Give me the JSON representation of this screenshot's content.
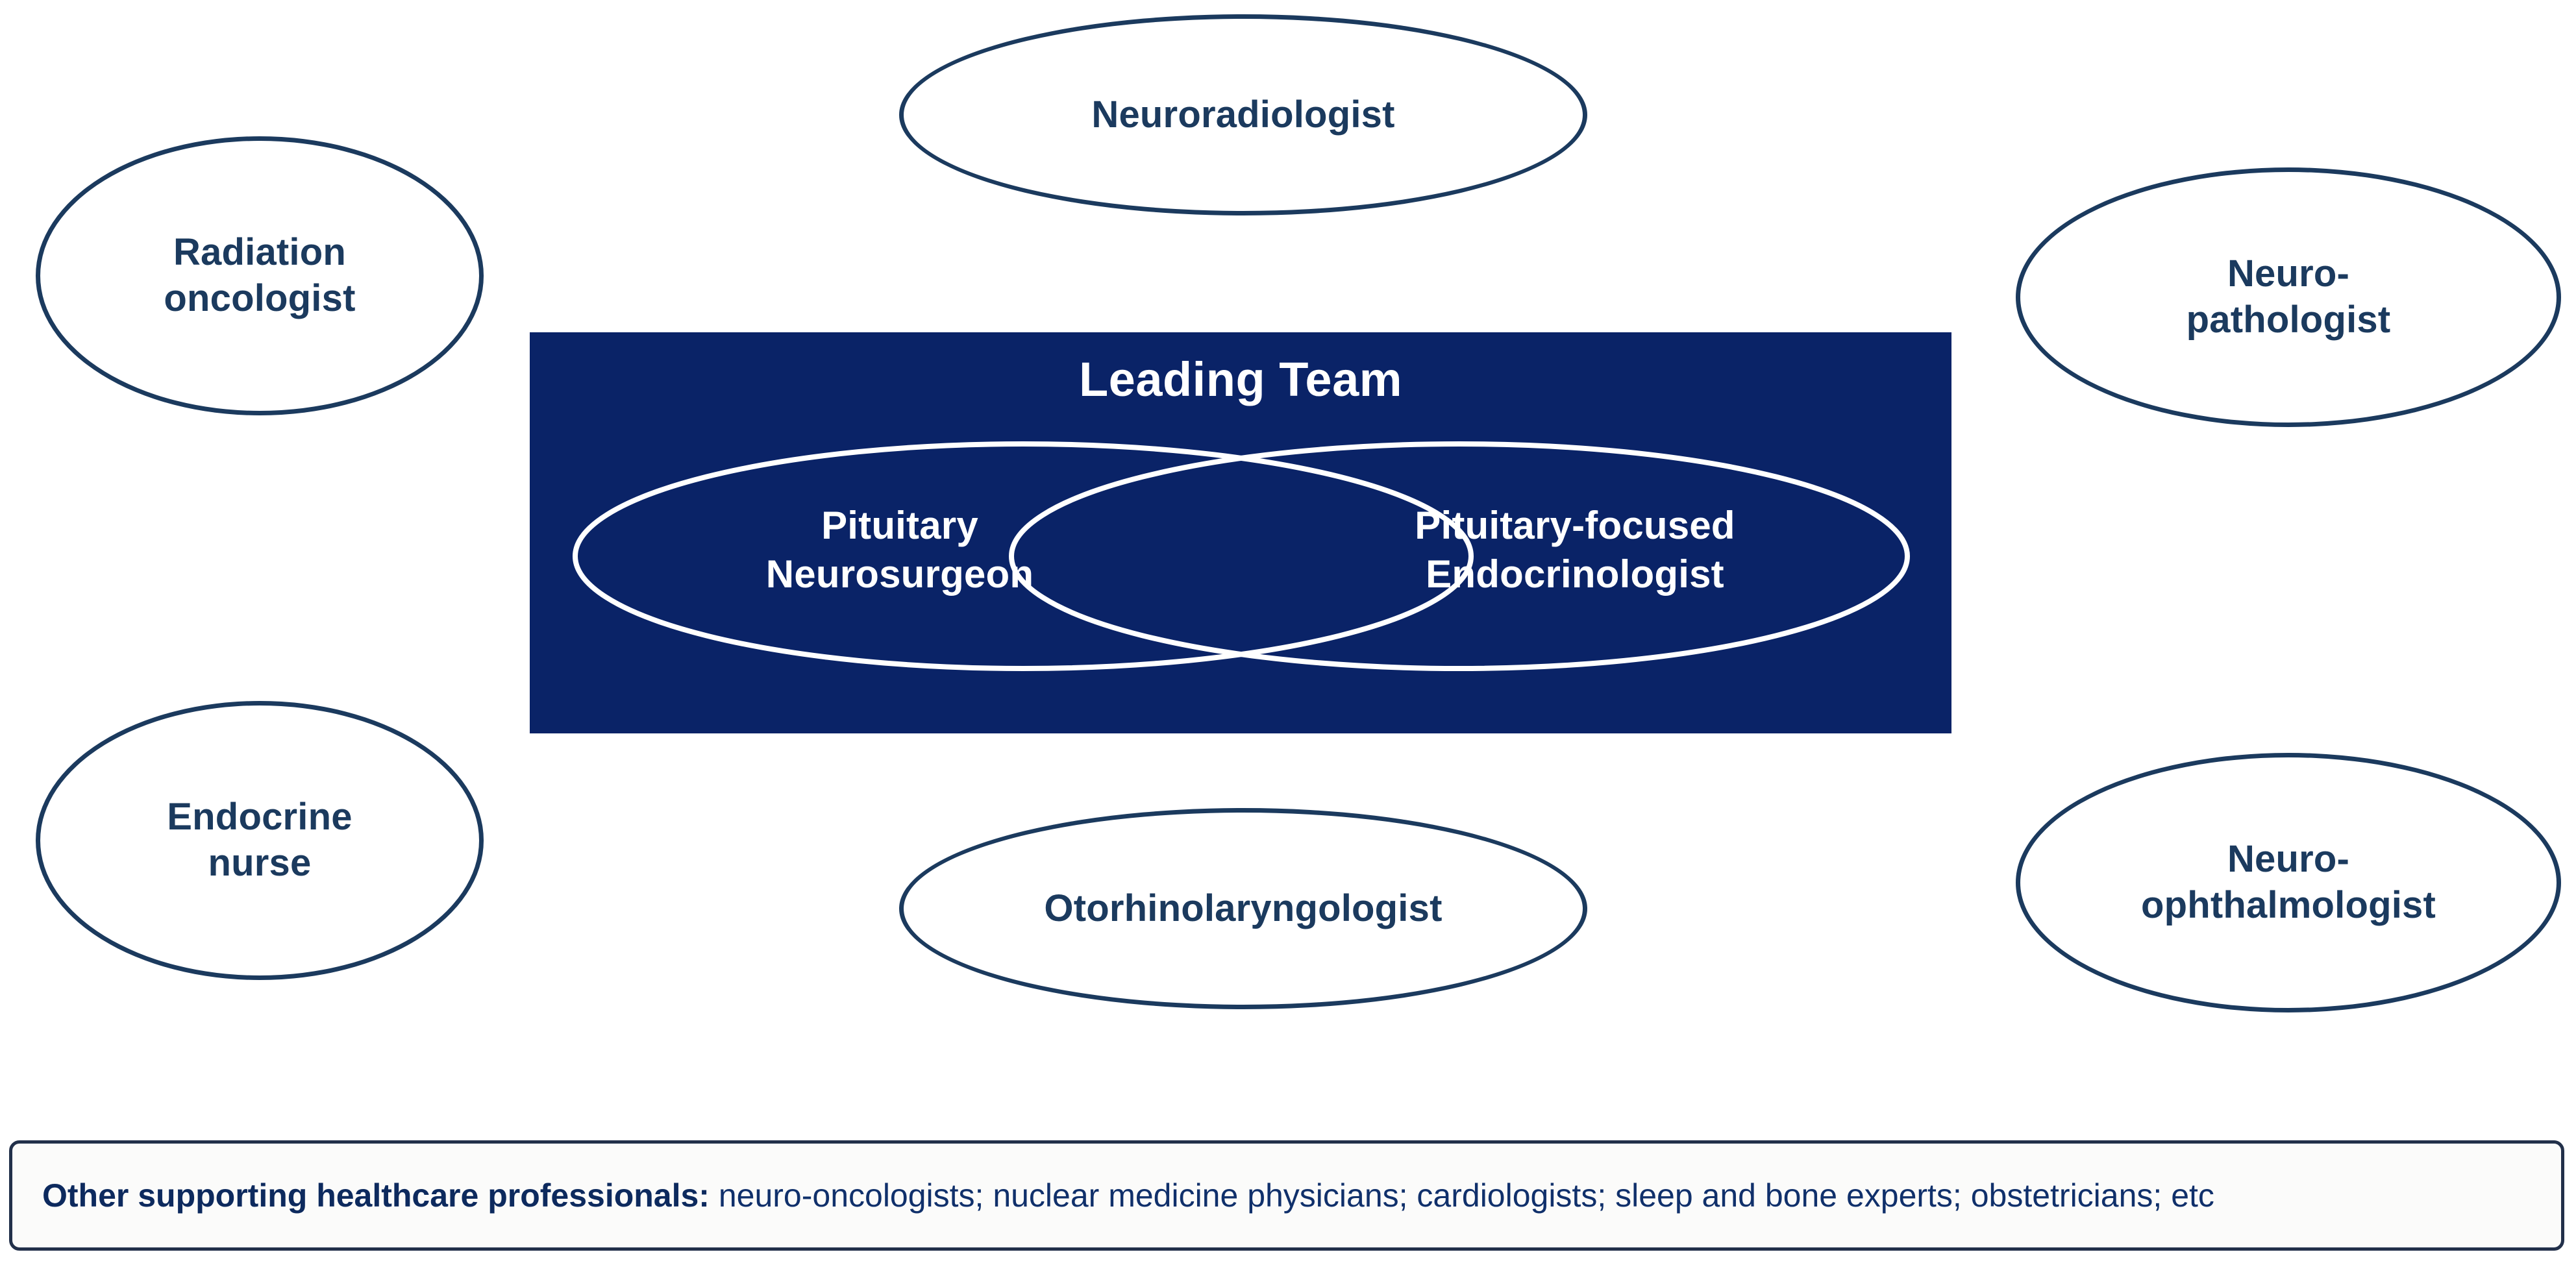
{
  "colors": {
    "navy_panel": "#0a2367",
    "ellipse_stroke": "#1b3a5e",
    "ellipse_text": "#1b3a5e",
    "venn_stroke": "#ffffff",
    "banner_border": "#22304a",
    "banner_bg": "#fbfbfa",
    "banner_text": "#10306b"
  },
  "leading_team": {
    "title": "Leading Team",
    "venn": {
      "left_label": "Pituitary\nNeurosurgeon",
      "right_label": "Pituitary-focused\nEndocrinologist"
    }
  },
  "satellites": [
    {
      "id": "radiation-oncologist",
      "label": "Radiation\noncologist",
      "position": "left-top"
    },
    {
      "id": "endocrine-nurse",
      "label": "Endocrine\nnurse",
      "position": "left-bottom"
    },
    {
      "id": "neuroradiologist",
      "label": "Neuroradiologist",
      "position": "center-top"
    },
    {
      "id": "otorhinolaryngologist",
      "label": "Otorhinolaryngologist",
      "position": "center-bottom"
    },
    {
      "id": "neuropathologist",
      "label": "Neuro-\npathologist",
      "position": "right-top"
    },
    {
      "id": "neuro-ophthalmologist",
      "label": "Neuro-\nophthalmologist",
      "position": "right-bottom"
    }
  ],
  "support_banner": {
    "lead": "Other supporting healthcare professionals:",
    "rest": " neuro-oncologists; nuclear medicine physicians; cardiologists; sleep and bone experts; obstetricians; etc"
  }
}
